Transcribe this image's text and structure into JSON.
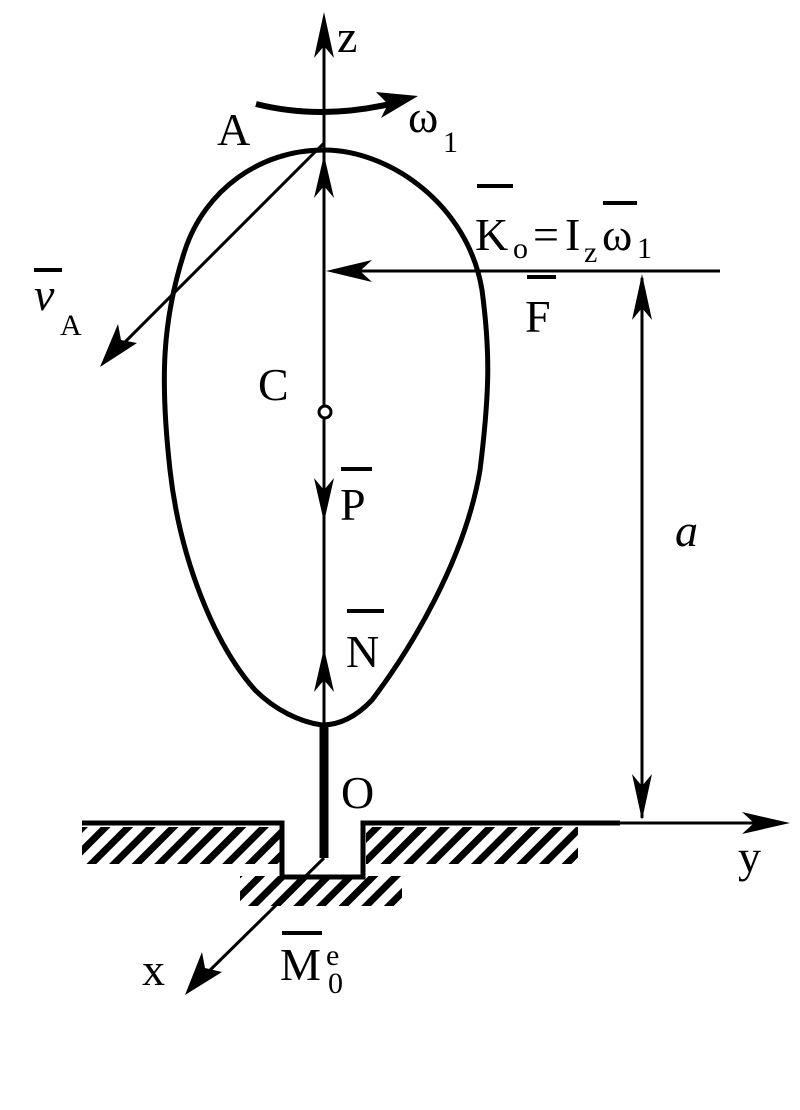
{
  "labels": {
    "z_axis": "z",
    "y_axis": "y",
    "x_axis": "x",
    "point_a": "A",
    "point_c": "C",
    "point_o": "O",
    "omega": "ω",
    "omega_sub": "1",
    "v": "v",
    "v_sub": "A",
    "k": "K",
    "k_sub": "o",
    "equals": "=",
    "i": "I",
    "i_sub": "z",
    "omega2": "ω",
    "omega2_sub": "1",
    "f": "F",
    "p": "P",
    "n": "N",
    "m": "M",
    "m_sub": "0",
    "m_sup": "e",
    "dimension_a": "a"
  },
  "colors": {
    "ink": "#000000",
    "background": "#ffffff"
  }
}
